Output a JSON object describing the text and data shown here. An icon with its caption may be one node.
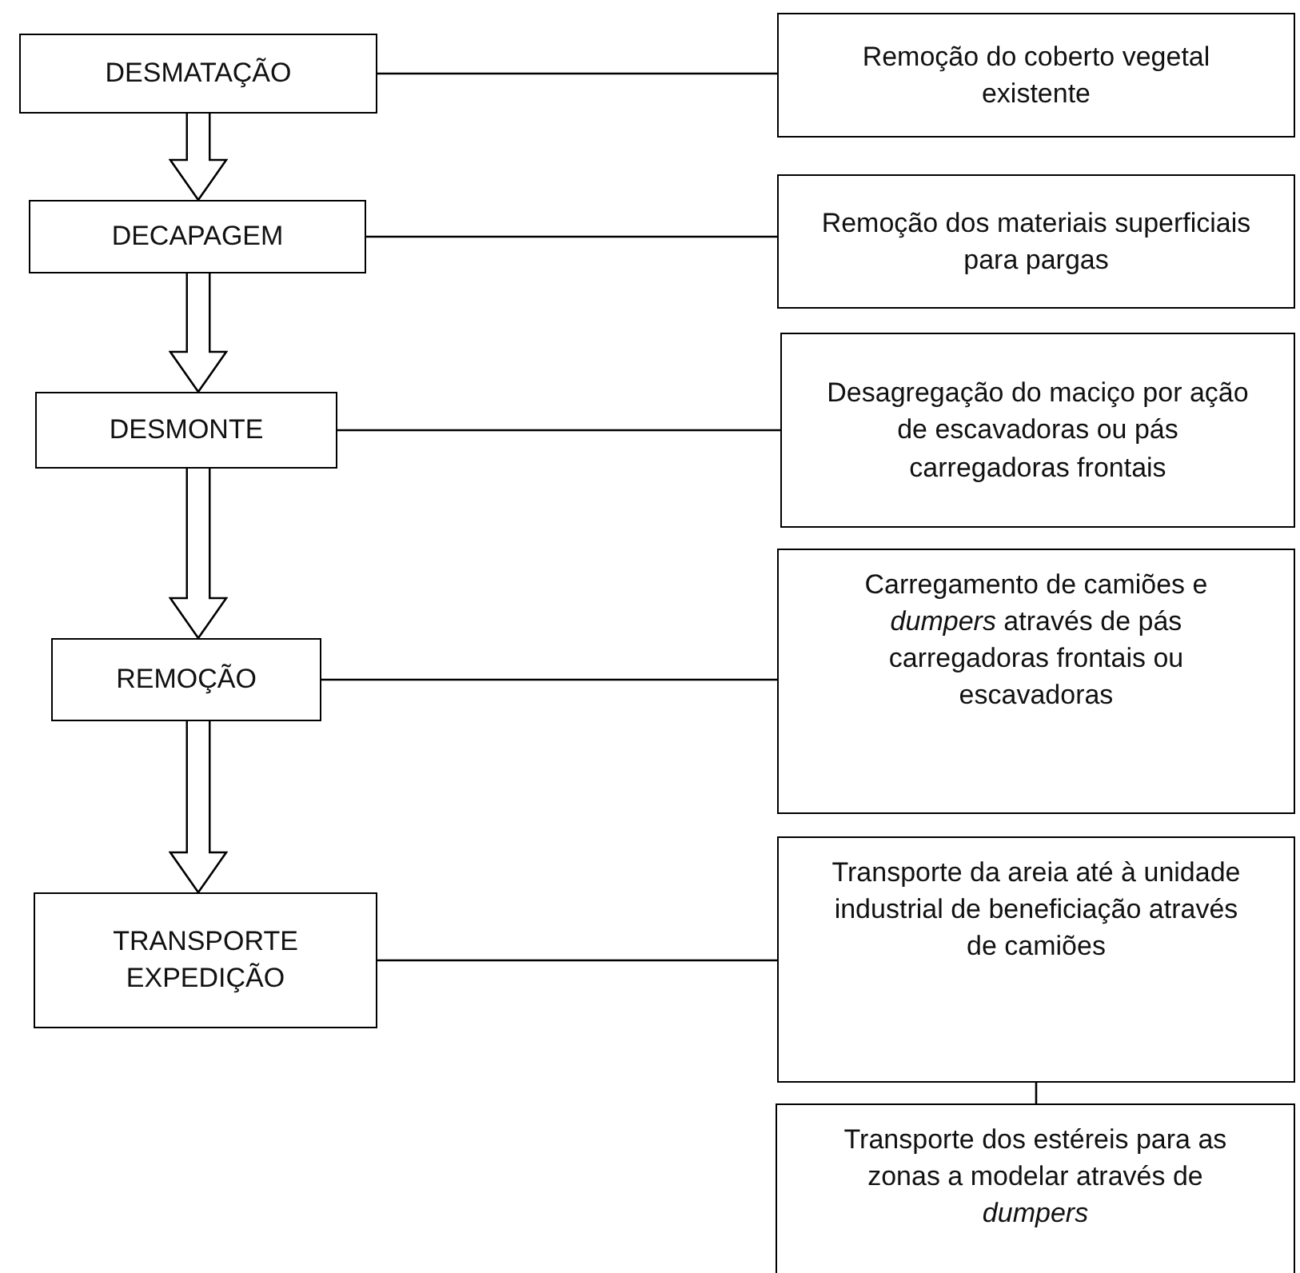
{
  "diagram": {
    "nodes": [
      {
        "text": [
          "DESMATAÇÃO"
        ]
      },
      {
        "text": [
          "Remoção do coberto vegetal existente"
        ]
      },
      {
        "text": [
          "DECAPAGEM"
        ]
      },
      {
        "text": [
          "Remoção dos materiais superficiais para pargas"
        ]
      },
      {
        "text": [
          "DESMONTE"
        ]
      },
      {
        "text": [
          "Desagregação do maciço por ação de escavadoras ou pás carregadoras frontais"
        ]
      },
      {
        "text": [
          "REMOÇÃO"
        ]
      },
      {
        "text": [
          "Carregamento de camiões e *dumpers* através de pás carregadoras frontais ou escavadoras"
        ]
      },
      {
        "text": [
          "TRANSPORTE EXPEDIÇÃO"
        ]
      },
      {
        "text": [
          "Transporte da areia até à unidade industrial de beneficiação através de camiões"
        ]
      },
      {
        "text": [
          "Transporte dos estéreis para as zonas a modelar através de *dumpers*"
        ]
      }
    ],
    "edges": [
      {
        "from": 0,
        "to": 2,
        "arrow": "to",
        "style": "thick"
      },
      {
        "from": 2,
        "to": 4,
        "arrow": "to",
        "style": "thick"
      },
      {
        "from": 4,
        "to": 6,
        "arrow": "to",
        "style": "thick"
      },
      {
        "from": 6,
        "to": 8,
        "arrow": "to",
        "style": "thick"
      },
      {
        "from": 0,
        "to": 1,
        "arrow": "none"
      },
      {
        "from": 2,
        "to": 3,
        "arrow": "none"
      },
      {
        "from": 4,
        "to": 5,
        "arrow": "none"
      },
      {
        "from": 6,
        "to": 7,
        "arrow": "none"
      },
      {
        "from": 8,
        "to": 9,
        "arrow": "none"
      },
      {
        "from": 9,
        "to": 10,
        "arrow": "none"
      }
    ]
  }
}
